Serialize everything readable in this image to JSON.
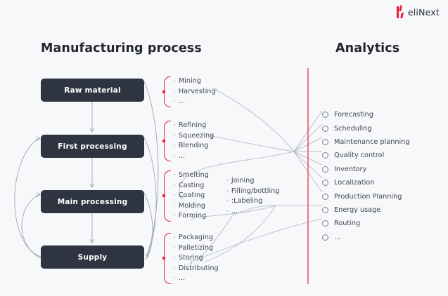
{
  "brand": {
    "name": "eliNext",
    "mark_color": "#ec1b2e",
    "logo_icon": "elinext-logo-icon"
  },
  "headings": {
    "left": "Manufacturing process",
    "right": "Analytics"
  },
  "divider": {
    "color": "#ec2f45"
  },
  "process": {
    "boxes": [
      {
        "label": "Raw material"
      },
      {
        "label": "First processing"
      },
      {
        "label": "Main processing"
      },
      {
        "label": "Supply"
      }
    ]
  },
  "groups": [
    {
      "name": "raw-material-ops",
      "items": [
        "Mining",
        "Harvesting",
        "..."
      ]
    },
    {
      "name": "first-processing-ops",
      "items": [
        "Refining",
        "Squeezing",
        "Blending",
        "..."
      ]
    },
    {
      "name": "main-processing-ops",
      "items": [
        "Smelting",
        "Casting",
        "Coating",
        "Molding",
        "Forming"
      ]
    },
    {
      "name": "supply-ops",
      "items": [
        "Packaging",
        "Palletizing",
        "Storing",
        "Distributing",
        "..."
      ]
    }
  ],
  "secondary_list": {
    "name": "main-processing-ops-extra",
    "items": [
      "Joining",
      "Filling/bottling",
      ":Labeling",
      "..."
    ]
  },
  "analytics": {
    "items": [
      "Forecasting",
      "Scheduling",
      "Maintenance planning",
      "Quality control",
      "Inventory",
      "Localization",
      "Production Planning",
      "Energy usage",
      "Routing",
      "..."
    ]
  }
}
